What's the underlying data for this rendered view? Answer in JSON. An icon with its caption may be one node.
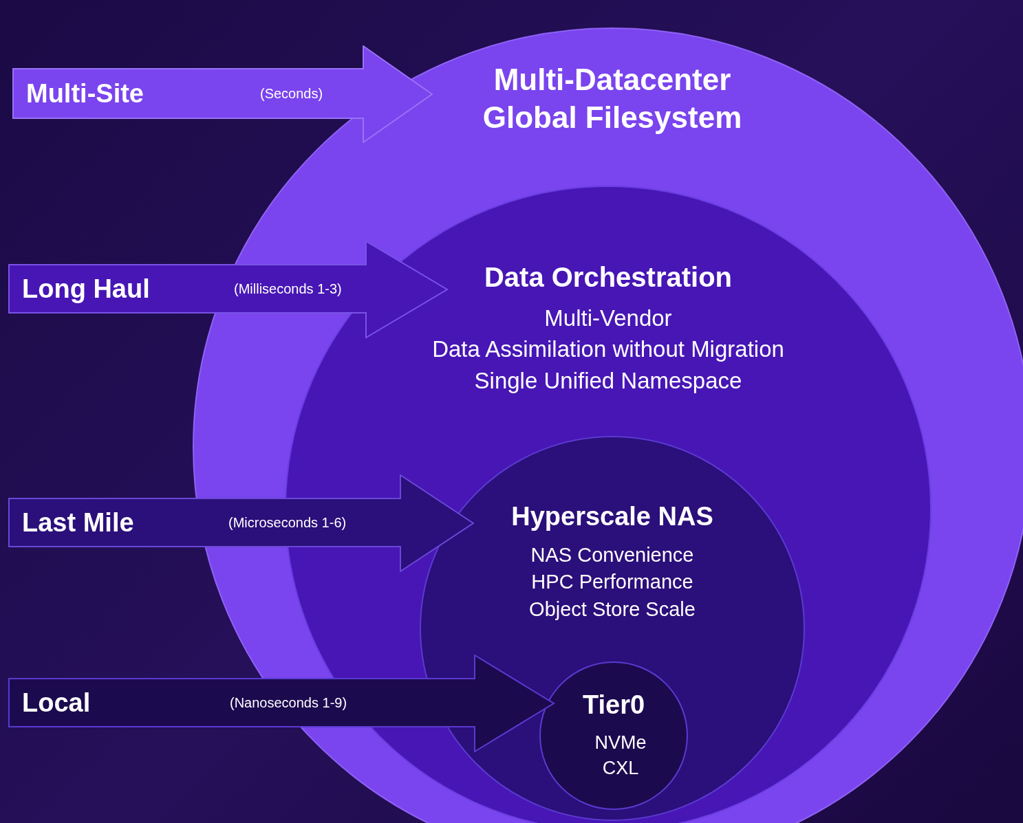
{
  "diagram": {
    "nodes": [
      {
        "text": [
          "Multi-Datacenter Global Filesystem"
        ]
      },
      {
        "text": [
          "Data Orchestration",
          "Multi-Vendor",
          "Data Assimilation without Migration",
          "Single Unified Namespace"
        ],
        "in": 0
      },
      {
        "text": [
          "Hyperscale NAS",
          "NAS Convenience",
          "HPC Performance",
          "Object Store Scale"
        ],
        "in": 1
      },
      {
        "text": [
          "Tier0",
          "NVMe",
          "CXL"
        ],
        "in": 2
      },
      {
        "text": [
          "Multi-Site",
          "(Seconds)"
        ]
      },
      {
        "text": [
          "Long Haul",
          "(Milliseconds 1-3)"
        ]
      },
      {
        "text": [
          "Last Mile",
          "(Microseconds 1-6)"
        ]
      },
      {
        "text": [
          "Local",
          "(Nanoseconds 1-9)"
        ]
      }
    ]
  }
}
